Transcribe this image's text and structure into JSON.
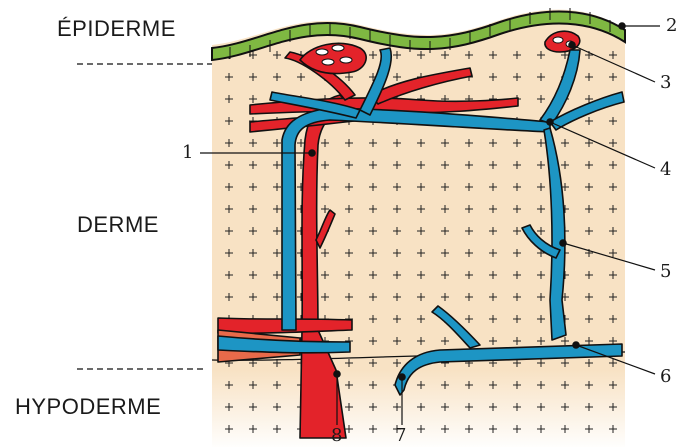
{
  "layers": {
    "epidermis": "ÉPIDERME",
    "dermis": "DERME",
    "hypodermis": "HYPODERME"
  },
  "callouts": [
    "1",
    "2",
    "3",
    "4",
    "5",
    "6",
    "7",
    "8"
  ],
  "colors": {
    "epidermis_green": "#7fb842",
    "dermis_beige": "#f8e2c4",
    "artery_red": "#e3232a",
    "vein_blue": "#1d95c4",
    "outline": "#111111"
  }
}
